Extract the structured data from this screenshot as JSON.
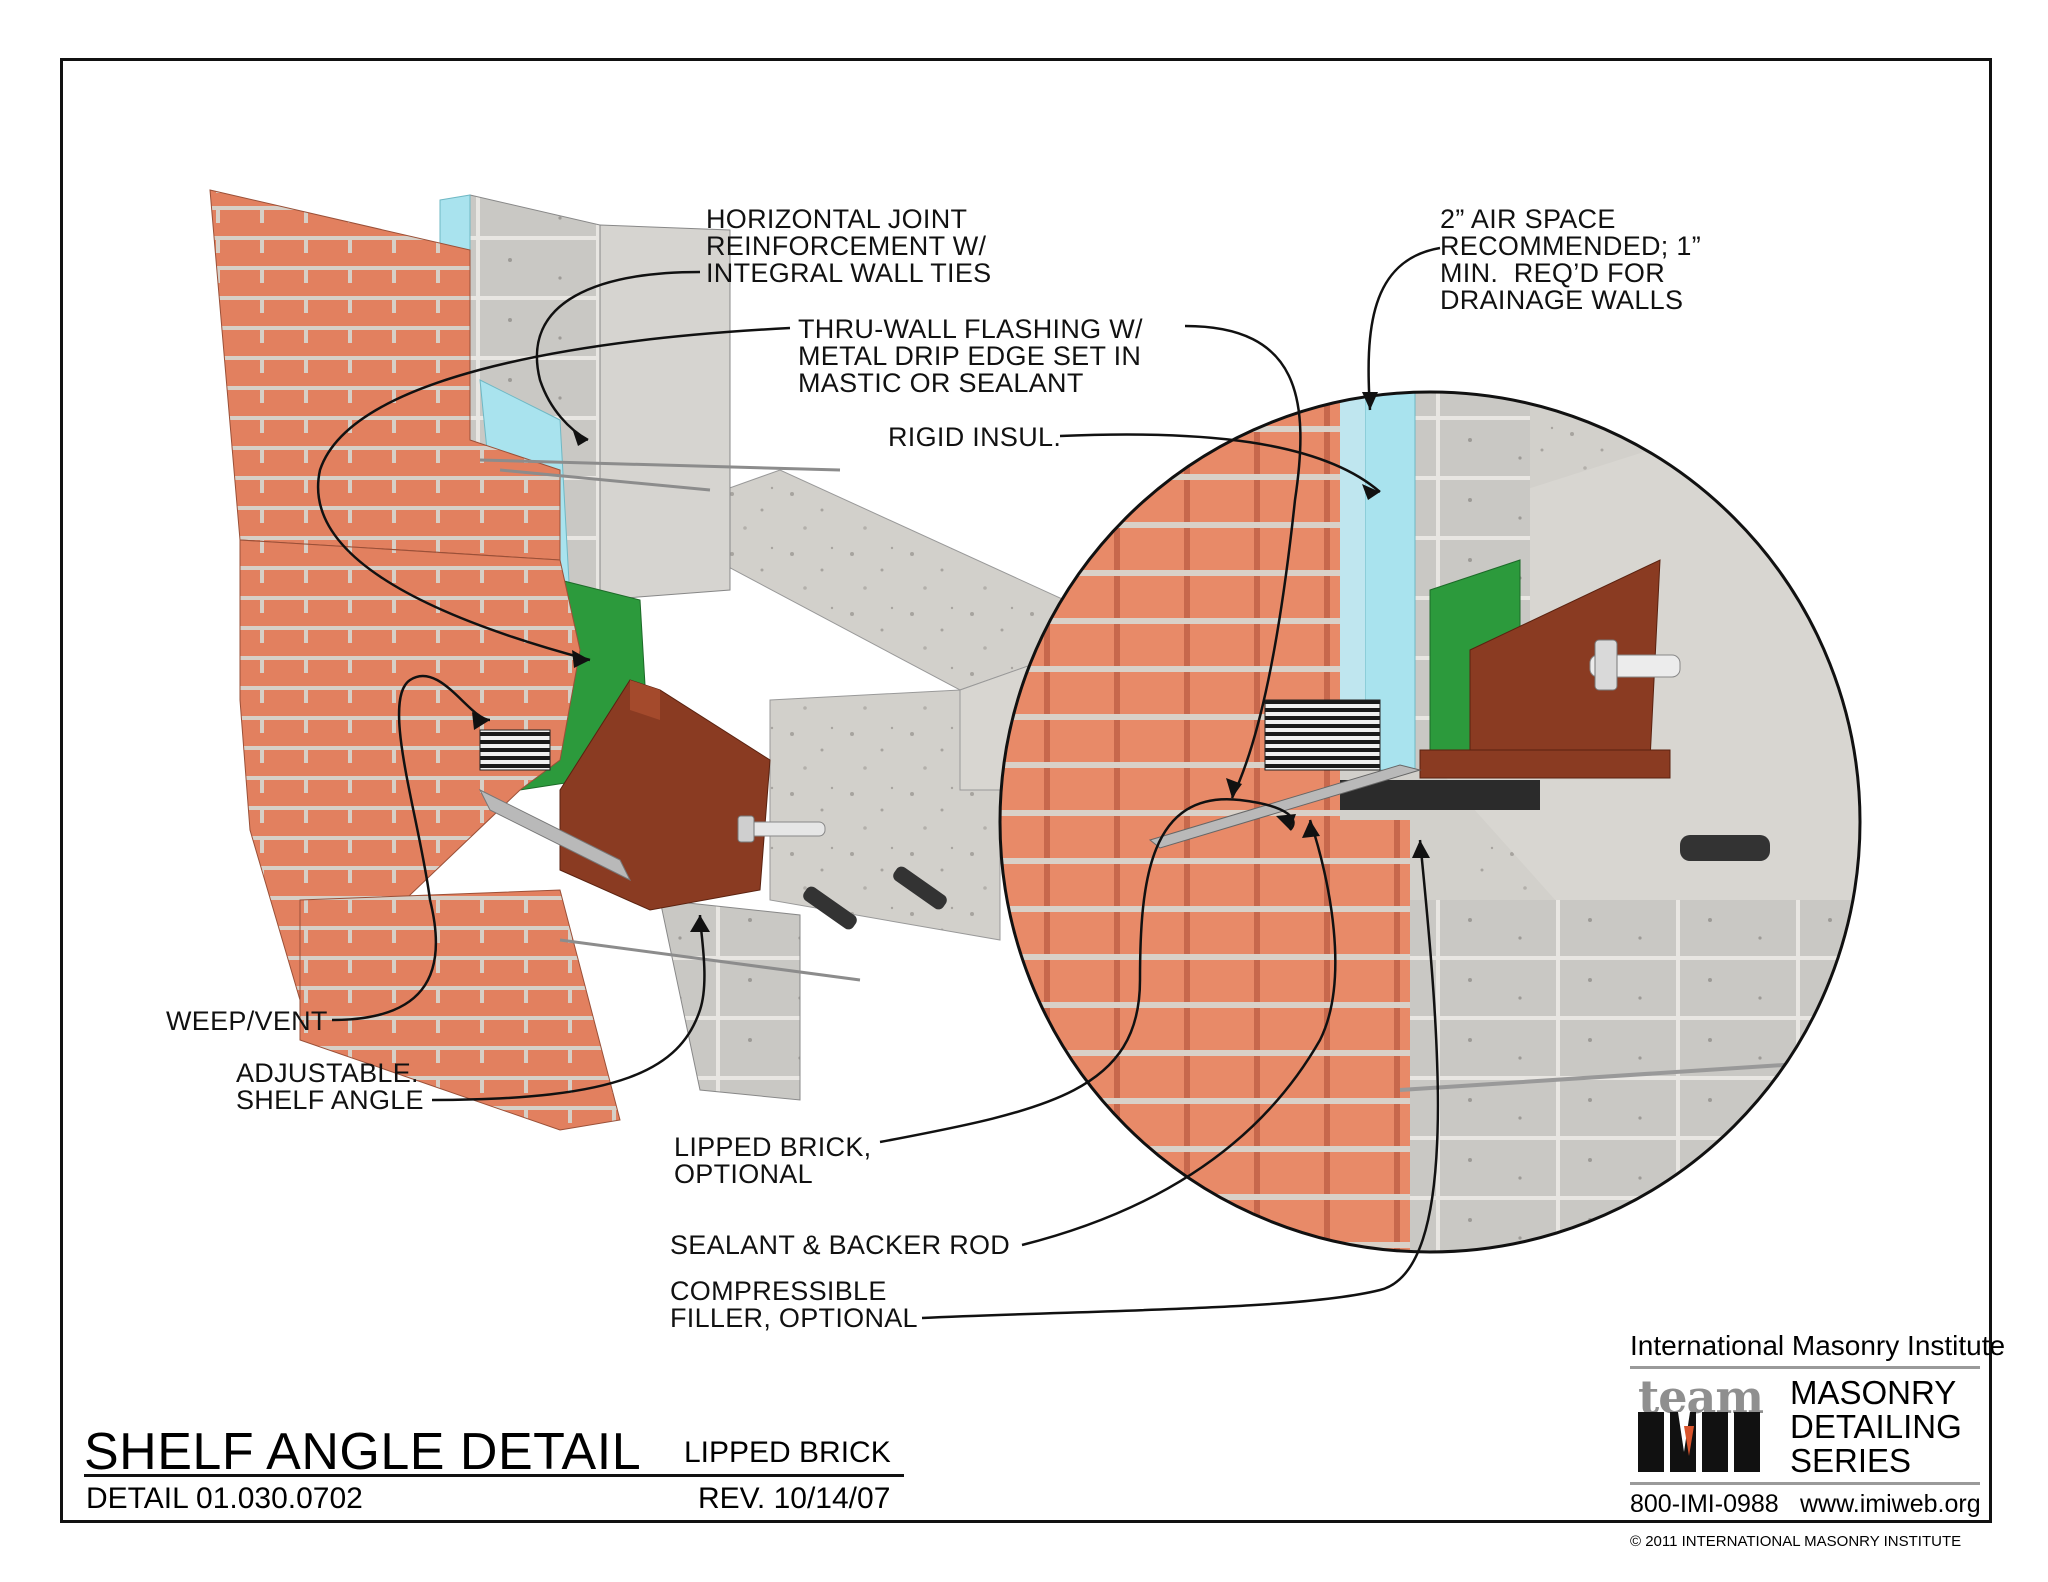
{
  "title": "SHELF ANGLE DETAIL",
  "subtitle": "LIPPED BRICK",
  "detail_number": "DETAIL 01.030.0702",
  "revision": "REV. 10/14/07",
  "callouts": {
    "joint_reinforcement": "HORIZONTAL JOINT\nREINFORCEMENT W/\nINTEGRAL WALL TIES",
    "flashing": "THRU-WALL FLASHING W/\nMETAL DRIP EDGE SET IN\nMASTIC OR SEALANT",
    "rigid_insul": "RIGID INSUL.",
    "air_space": "2” AIR SPACE\nRECOMMENDED; 1”\nMIN.  REQ’D FOR\nDRAINAGE WALLS",
    "weep_vent": "WEEP/VENT",
    "shelf_angle": "ADJUSTABLE.\nSHELF ANGLE",
    "lipped_brick": "LIPPED BRICK,\nOPTIONAL",
    "sealant": "SEALANT & BACKER ROD",
    "filler": "COMPRESSIBLE\nFILLER, OPTIONAL"
  },
  "logo": {
    "org": "International Masonry Institute",
    "team": "team",
    "series": "MASONRY\nDETAILING\nSERIES",
    "phone": "800-IMI-0988",
    "web": "www.imiweb.org",
    "copyright": "© 2011 INTERNATIONAL MASONRY INSTITUTE"
  },
  "colors": {
    "brick": "#e2805f",
    "mortar": "#d9d4cc",
    "concrete": "#cfcdc9",
    "insulation": "#a9e3ee",
    "flashing": "#2c9a3c",
    "shelf_angle": "#8a3b22",
    "sealant": "#2b2b2b"
  }
}
